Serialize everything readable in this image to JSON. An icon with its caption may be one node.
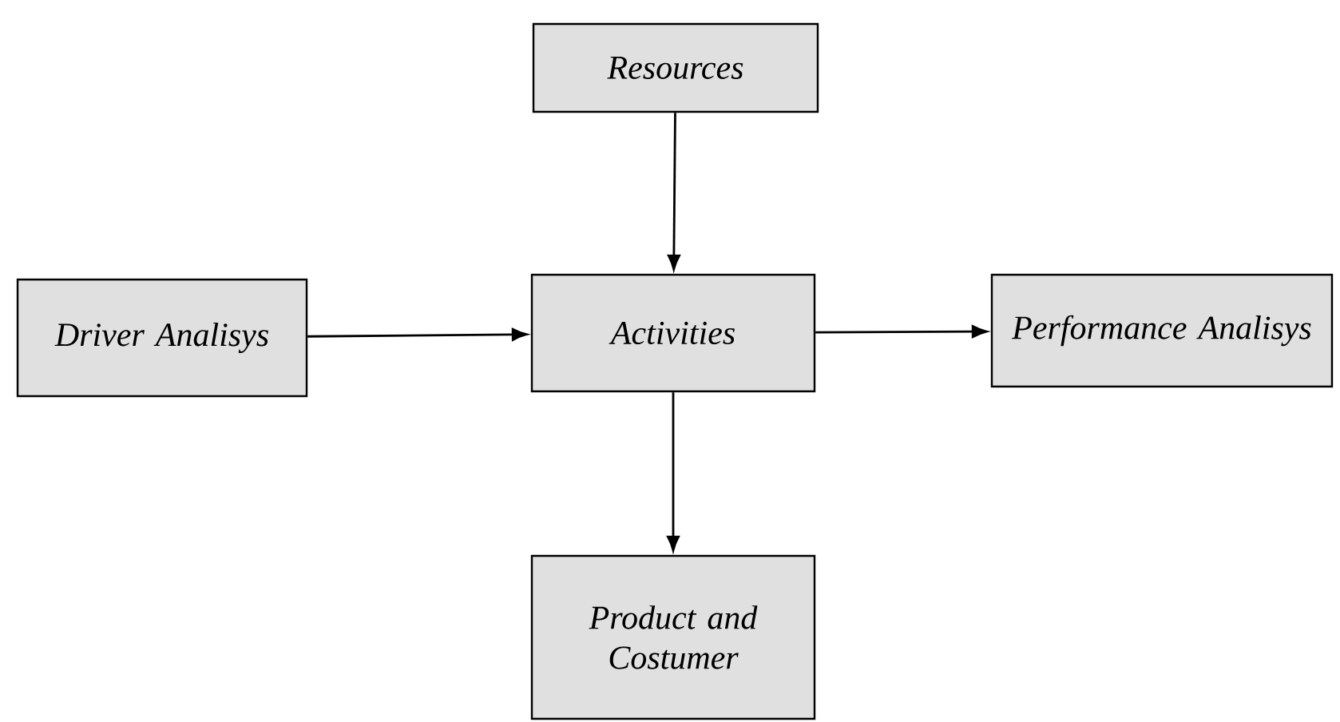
{
  "diagram": {
    "nodes": [
      {
        "text": [
          "Resources"
        ]
      },
      {
        "text": [
          "Driver Analisys"
        ]
      },
      {
        "text": [
          "Activities"
        ]
      },
      {
        "text": [
          "Performance Analisys"
        ]
      },
      {
        "text": [
          "Product and Costumer"
        ]
      }
    ],
    "edges": [
      {
        "from": 0,
        "to": 2,
        "arrow": "to"
      },
      {
        "from": 1,
        "to": 2,
        "arrow": "to"
      },
      {
        "from": 2,
        "to": 3,
        "arrow": "to"
      },
      {
        "from": 2,
        "to": 4,
        "arrow": "to"
      }
    ]
  }
}
